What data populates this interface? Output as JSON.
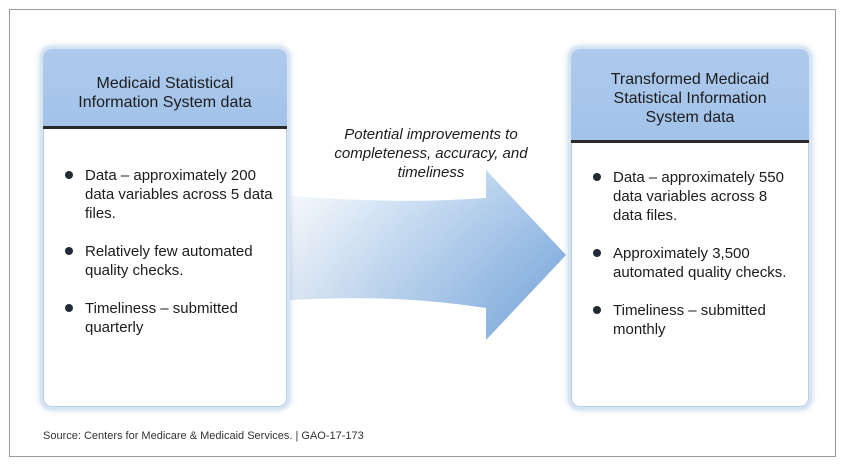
{
  "left_box": {
    "title_lines": [
      "Medicaid Statistical",
      "Information System data"
    ],
    "items": [
      "Data – approximately 200 data variables across 5 data files.",
      "Relatively few automated quality checks.",
      "Timeliness – submitted quarterly"
    ]
  },
  "right_box": {
    "title_lines": [
      "Transformed Medicaid",
      "Statistical Information",
      "System data"
    ],
    "items": [
      "Data – approximately 550 data variables across 8 data files.",
      "Approximately 3,500 automated quality checks.",
      "Timeliness – submitted monthly"
    ]
  },
  "arrow_caption_lines": [
    "Potential improvements to",
    "completeness, accuracy, and",
    "timeliness"
  ],
  "source": "Source: Centers for Medicare & Medicaid Services.  |  GAO-17-173",
  "colors": {
    "header_fill": "#a8c7eb",
    "arrow": "#8fb7e2",
    "bullet": "#222a35"
  }
}
